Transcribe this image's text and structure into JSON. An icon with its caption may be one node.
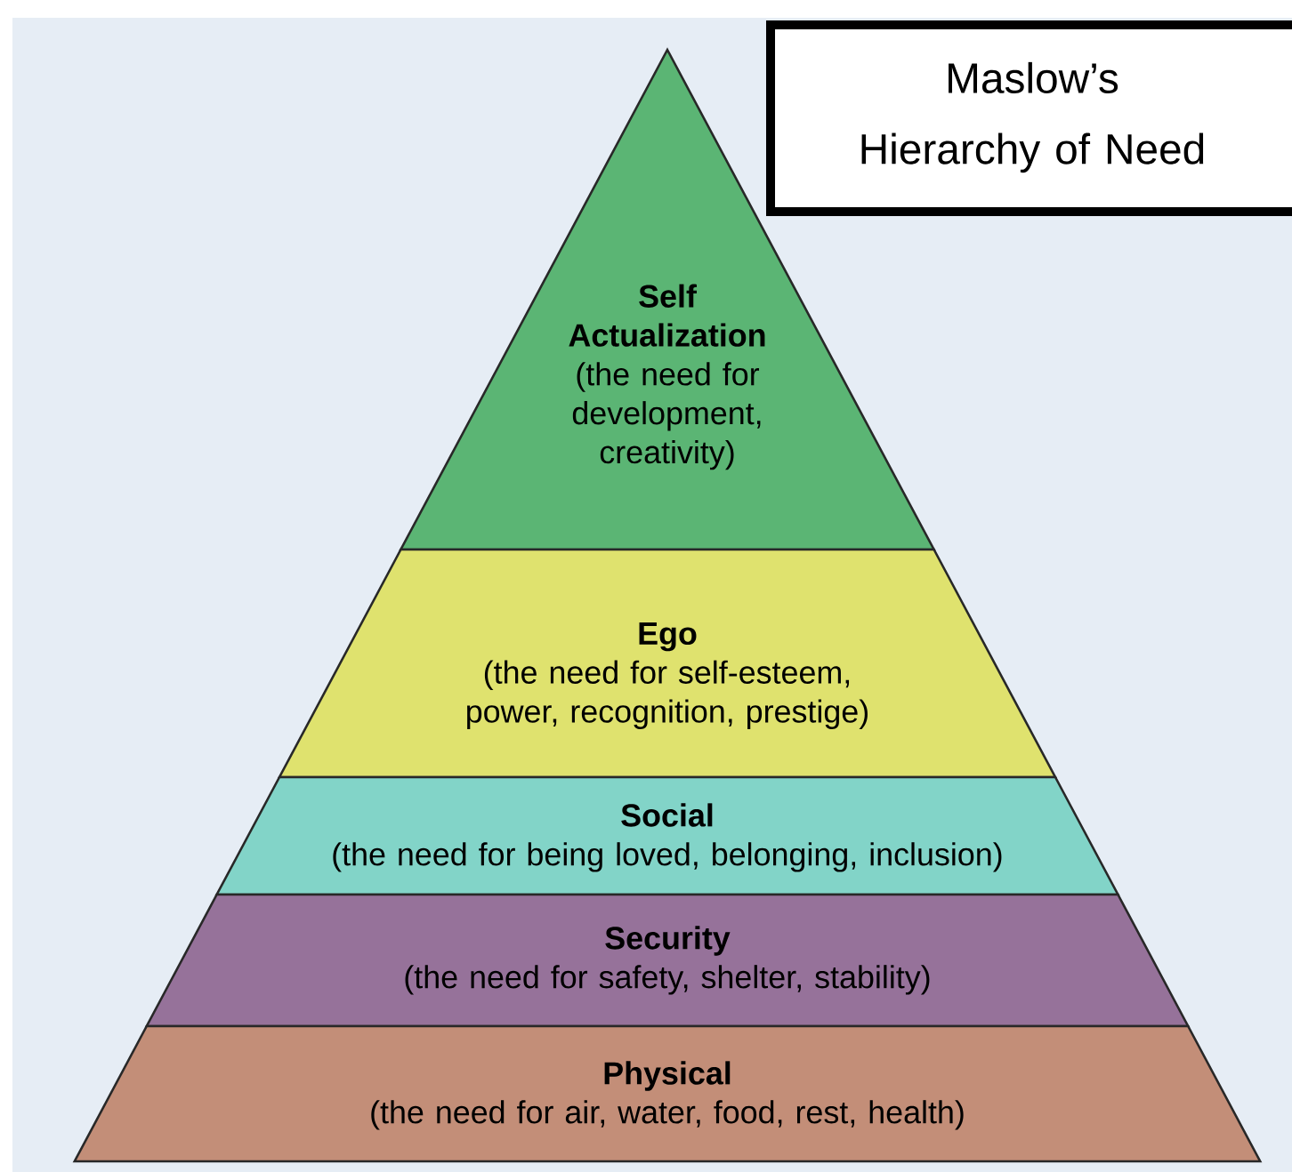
{
  "diagram": {
    "title": "Maslow’s Hierarchy of Need",
    "nodes": [
      {
        "text": [
          "Self Actualization",
          "(the need for development, creativity)"
        ]
      },
      {
        "text": [
          "Ego",
          "(the need for self-esteem, power, recognition, prestige)"
        ]
      },
      {
        "text": [
          "Social",
          "(the need for being loved, belonging, inclusion)"
        ]
      },
      {
        "text": [
          "Security",
          "(the need for safety, shelter, stability)"
        ]
      },
      {
        "text": [
          "Physical",
          "(the need for air, water, food, rest, health)"
        ]
      }
    ]
  }
}
